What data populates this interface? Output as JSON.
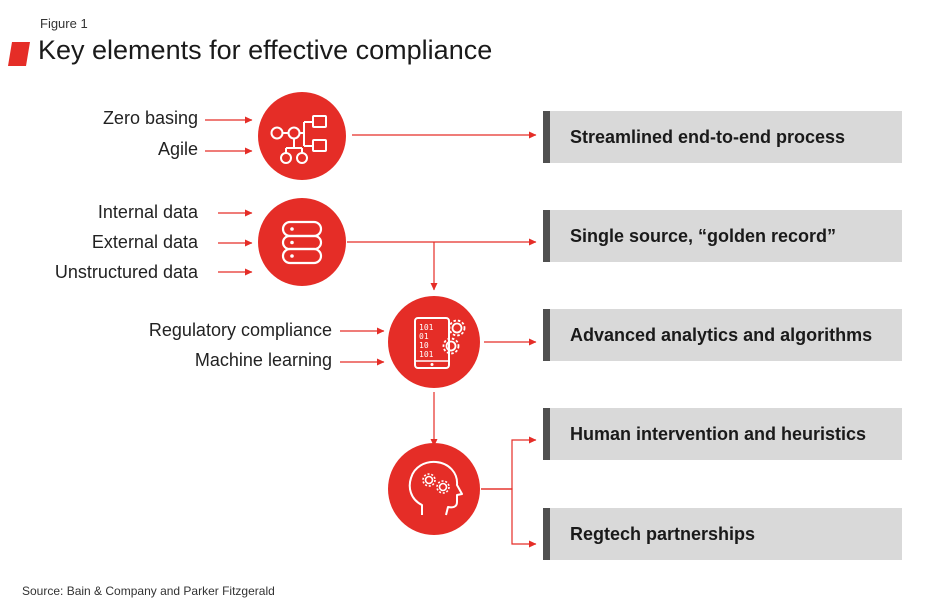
{
  "figure_label": "Figure 1",
  "title": "Key elements for effective compliance",
  "colors": {
    "accent": "#e52d27",
    "box_fill": "#d9d9d9",
    "box_edge": "#505050"
  },
  "inputs": {
    "zero_basing": "Zero basing",
    "agile": "Agile",
    "internal_data": "Internal data",
    "external_data": "External data",
    "unstructured_data": "Unstructured data",
    "regulatory_compliance": "Regulatory compliance",
    "machine_learning": "Machine learning"
  },
  "nodes": {
    "process": "process-flow-icon",
    "data": "database-icon",
    "analytics": "tablet-binary-gears-icon",
    "human": "head-gears-icon"
  },
  "outcomes": {
    "streamlined": "Streamlined end-to-end process",
    "single_source": "Single source, “golden record”",
    "analytics": "Advanced analytics and algorithms",
    "human": "Human intervention and heuristics",
    "regtech": "Regtech partnerships"
  },
  "source": "Source: Bain & Company and Parker Fitzgerald"
}
